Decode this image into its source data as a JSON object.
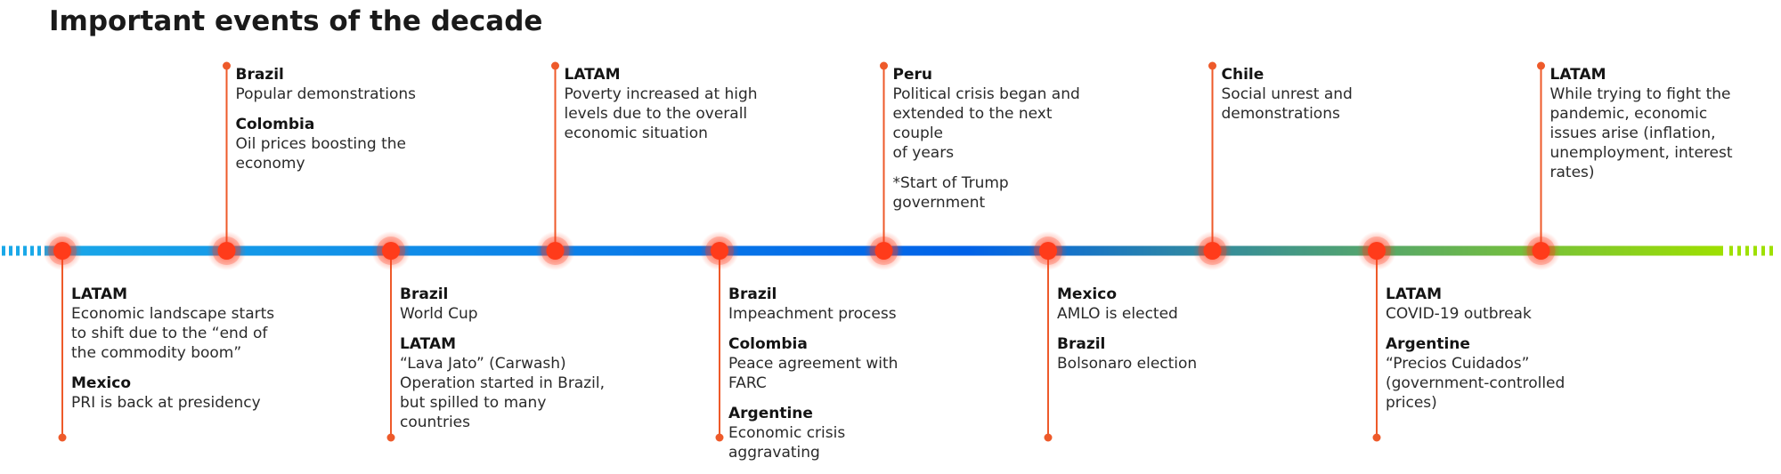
{
  "title": "Important events of the decade",
  "colors": {
    "line_start": "#1aa8e8",
    "line_mid": "#0062e8",
    "line_end": "#9ee000",
    "node": "#ff3b1a",
    "stem": "#ee5a2a"
  },
  "events": [
    {
      "side": "below",
      "entries": [
        {
          "region": "LATAM",
          "text": "Economic landscape starts\nto shift due to the “end of\nthe commodity boom”"
        },
        {
          "region": "Mexico",
          "text": "PRI is back at presidency"
        }
      ]
    },
    {
      "side": "above",
      "entries": [
        {
          "region": "Brazil",
          "text": "Popular demonstrations"
        },
        {
          "region": "Colombia",
          "text": "Oil prices boosting the\neconomy"
        }
      ]
    },
    {
      "side": "below",
      "entries": [
        {
          "region": "Brazil",
          "text": "World Cup"
        },
        {
          "region": "LATAM",
          "text": "“Lava Jato” (Carwash)\nOperation started in Brazil,\nbut spilled to many countries"
        }
      ]
    },
    {
      "side": "above",
      "entries": [
        {
          "region": "LATAM",
          "text": "Poverty increased at high\nlevels due to the overall\neconomic situation"
        }
      ]
    },
    {
      "side": "below",
      "entries": [
        {
          "region": "Brazil",
          "text": "Impeachment process"
        },
        {
          "region": "Colombia",
          "text": "Peace agreement with FARC"
        },
        {
          "region": "Argentine",
          "text": "Economic crisis aggravating"
        }
      ]
    },
    {
      "side": "above",
      "entries": [
        {
          "region": "Peru",
          "text": "Political crisis began and\nextended to the next couple\nof years"
        },
        {
          "region": "",
          "text": "*Start of Trump government"
        }
      ]
    },
    {
      "side": "below",
      "entries": [
        {
          "region": "Mexico",
          "text": "AMLO is elected"
        },
        {
          "region": "Brazil",
          "text": "Bolsonaro election"
        }
      ]
    },
    {
      "side": "above",
      "entries": [
        {
          "region": "Chile",
          "text": "Social unrest and\ndemonstrations"
        }
      ]
    },
    {
      "side": "below",
      "entries": [
        {
          "region": "LATAM",
          "text": "COVID-19 outbreak"
        },
        {
          "region": "Argentine",
          "text": "“Precios Cuidados”\n(government-controlled prices)"
        }
      ]
    },
    {
      "side": "above",
      "entries": [
        {
          "region": "LATAM",
          "text": "While trying to fight the\npandemic, economic\nissues arise (inflation,\nunemployment, interest\nrates)"
        }
      ]
    }
  ]
}
